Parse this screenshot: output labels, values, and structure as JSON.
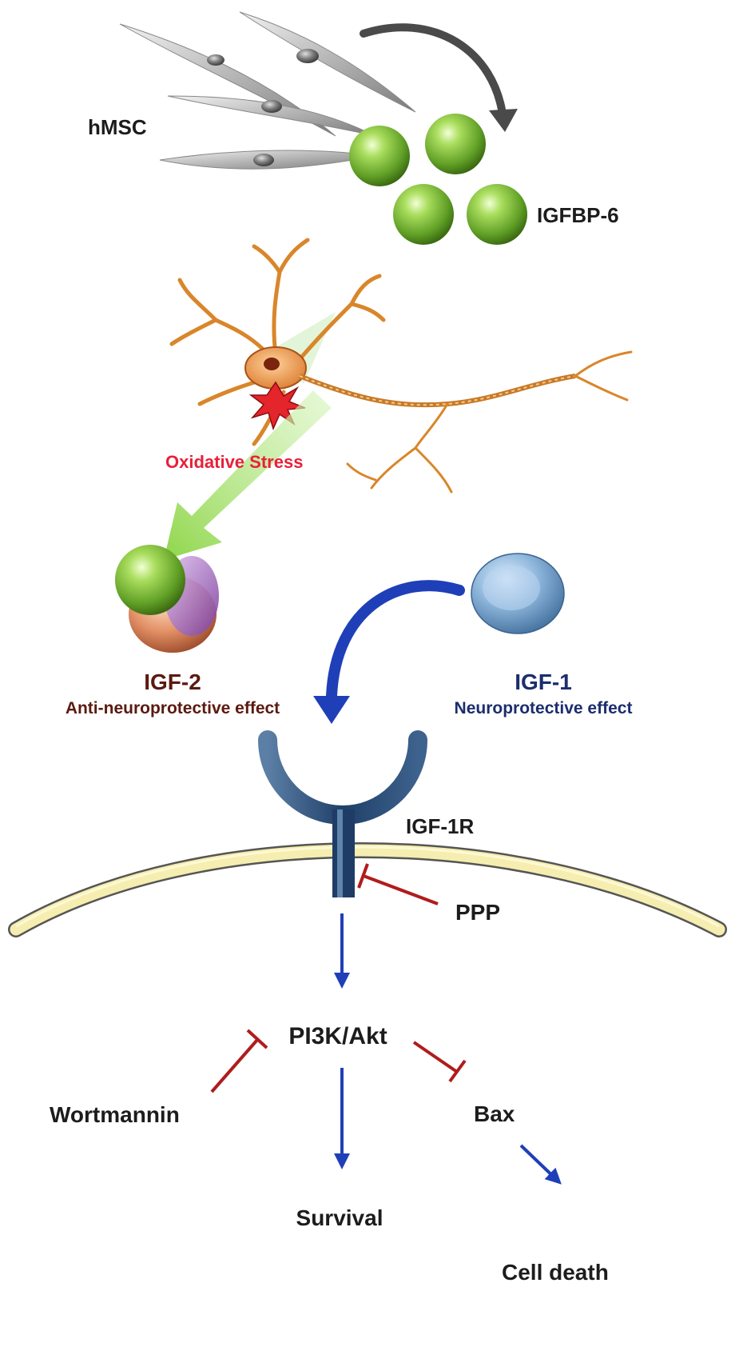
{
  "labels": {
    "hmsc": "hMSC",
    "igfbp6": "IGFBP-6",
    "oxidative_stress": "Oxidative Stress",
    "igf2": "IGF-2",
    "igf2_effect": "Anti-neuroprotective effect",
    "igf1": "IGF-1",
    "igf1_effect": "Neuroprotective effect",
    "igf1r": "IGF-1R",
    "ppp": "PPP",
    "pi3k_akt": "PI3K/Akt",
    "wortmannin": "Wortmannin",
    "bax": "Bax",
    "survival": "Survival",
    "cell_death": "Cell death"
  },
  "colors": {
    "activation_arrow": "#1f3fb8",
    "inhibition_line": "#b01c1c",
    "label_dark": "#1c1c1c",
    "oxidative_stress_text": "#e8203a",
    "igf2_text": "#5a1a10",
    "igf1_text": "#1c2d6e",
    "receptor": "#2a4d78",
    "membrane": "#f5eeb0",
    "igfbp6_sphere": "#7cc33c",
    "igf1_disc": "#8fb7dc",
    "neuron": "#d9862a"
  },
  "icons": [
    "hmsc-cell-icon",
    "igfbp6-sphere-icon",
    "neuron-icon",
    "igf2-complex-icon",
    "igf1-disc-icon",
    "igf1r-receptor-icon",
    "cell-membrane-icon"
  ]
}
